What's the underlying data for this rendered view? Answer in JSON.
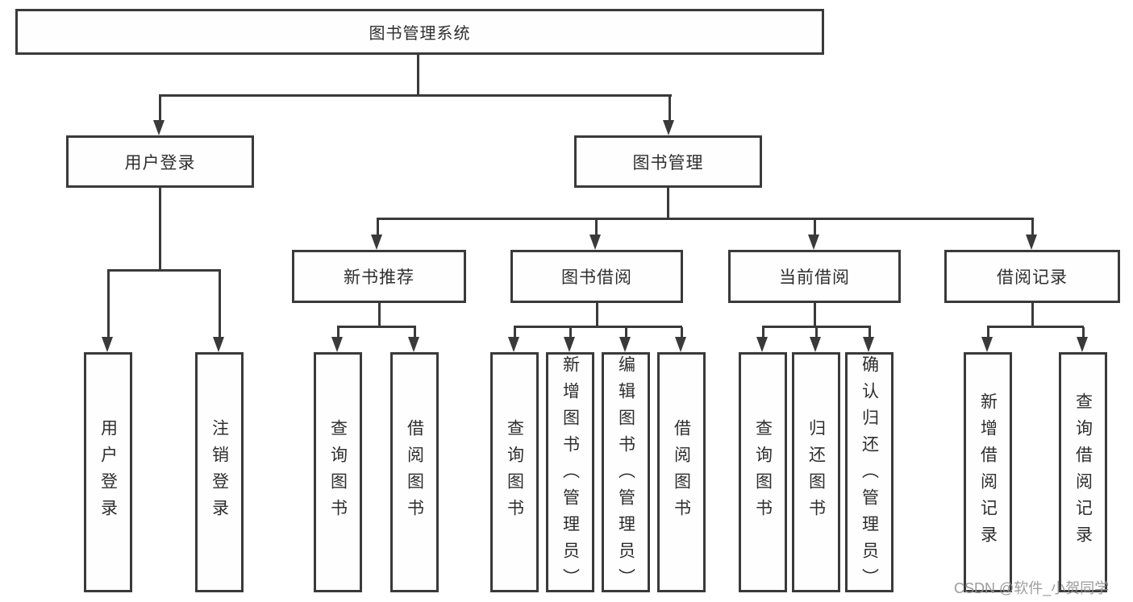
{
  "tree": {
    "root": "图书管理系统",
    "user_login": {
      "label": "用户登录",
      "children": [
        "用户登录",
        "注销登录"
      ]
    },
    "book_mgmt": {
      "label": "图书管理",
      "sections": [
        {
          "label": "新书推荐",
          "children": [
            "查询图书",
            "借阅图书"
          ]
        },
        {
          "label": "图书借阅",
          "children": [
            "查询图书",
            "新增图书（管理员）",
            "编辑图书（管理员）",
            "借阅图书"
          ]
        },
        {
          "label": "当前借阅",
          "children": [
            "查询图书",
            "归还图书",
            "确认归还（管理员）"
          ]
        },
        {
          "label": "借阅记录",
          "children": [
            "新增借阅记录",
            "查询借阅记录"
          ]
        }
      ]
    }
  },
  "watermark": "CSDN @软件_小贺同学",
  "colors": {
    "line": "#3a3a3a",
    "text": "#2e2e2e",
    "watermark": "#949494",
    "background": "#ffffff"
  }
}
